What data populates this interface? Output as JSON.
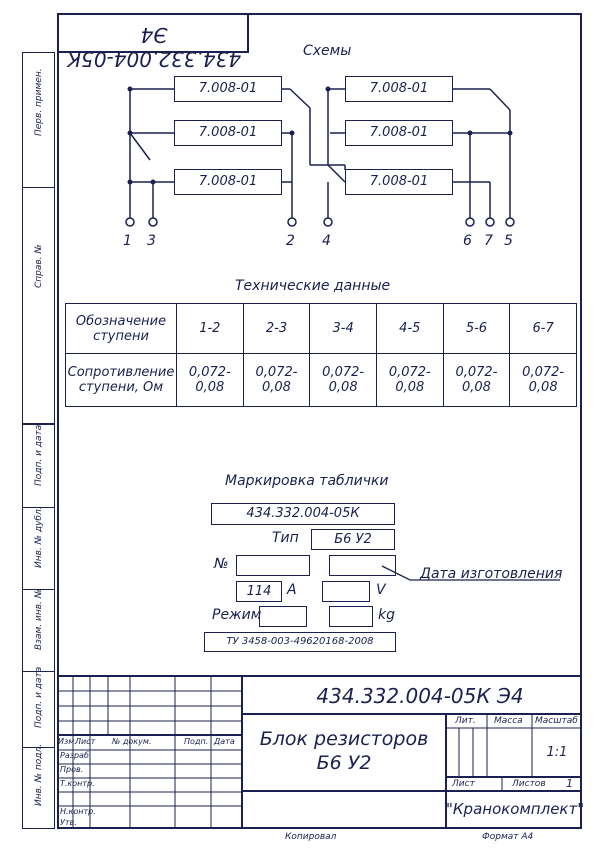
{
  "doc_code_rotated": "434.332.004-05К Э4",
  "strip_labels": [
    "Перв. примен.",
    "Справ. №",
    "Подп. и дата",
    "Инв. № дубл.",
    "Взам. инв. №",
    "Подп. и дата",
    "Инв. № подл."
  ],
  "schemes_title": "Схемы",
  "resistor_label": "7.008-01",
  "terminals": [
    "1",
    "3",
    "2",
    "4",
    "6",
    "7",
    "5"
  ],
  "tech_title": "Технические данные",
  "table": {
    "row1_header": "Обозначение ступени",
    "row2_header": "Сопротивление ступени, Ом",
    "stages": [
      "1-2",
      "2-3",
      "3-4",
      "4-5",
      "5-6",
      "6-7"
    ],
    "values": [
      "0,072-0,08",
      "0,072-0,08",
      "0,072-0,08",
      "0,072-0,08",
      "0,072-0,08",
      "0,072-0,08"
    ]
  },
  "plate": {
    "title": "Маркировка таблички",
    "code": "434.332.004-05К",
    "type_label": "Тип",
    "type_value": "Б6 У2",
    "number_label": "№",
    "date_label": "Дата изготовления",
    "current_value": "114",
    "current_unit": "А",
    "voltage_unit": "V",
    "mode_label": "Режим",
    "mass_unit": "kg",
    "spec": "ТУ 3458-003-49620168-2008"
  },
  "title_block": {
    "designation": "434.332.004-05К Э4",
    "name_line1": "Блок резисторов",
    "name_line2": "Б6 У2",
    "col_izm": "Изм.",
    "col_list": "Лист",
    "col_doc": "№ докум.",
    "col_podp": "Подп.",
    "col_data": "Дата",
    "rows": [
      "Разраб.",
      "Пров.",
      "Т.контр.",
      "",
      "Н.контр.",
      "Утв."
    ],
    "lit_label": "Лит.",
    "mass_label": "Масса",
    "scale_label": "Масштаб",
    "scale_value": "1:1",
    "sheet_label": "Лист",
    "sheets_label": "Листов",
    "sheets_value": "1",
    "company": "\"Кранокомплект\"",
    "copied": "Копировал",
    "format": "Формат А4"
  }
}
